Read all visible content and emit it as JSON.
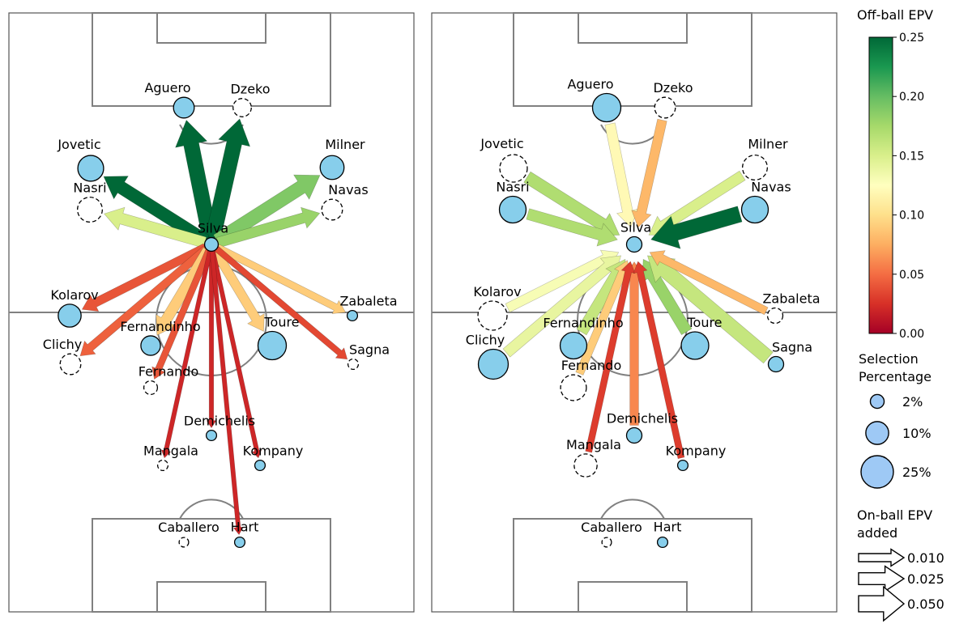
{
  "colorbar": {
    "title": "Off-ball EPV",
    "ticks": [
      "0.25",
      "0.20",
      "0.15",
      "0.10",
      "0.05",
      "0.00"
    ],
    "min": 0.0,
    "max": 0.25
  },
  "legend_selection": {
    "title_line1": "Selection",
    "title_line2": "Percentage",
    "items": [
      {
        "label": "2%",
        "pct": 2
      },
      {
        "label": "10%",
        "pct": 10
      },
      {
        "label": "25%",
        "pct": 25
      }
    ]
  },
  "legend_onball": {
    "title_line1": "On-ball EPV",
    "title_line2": "added",
    "items": [
      {
        "label": "0.010",
        "value": 0.01
      },
      {
        "label": "0.025",
        "value": 0.025
      },
      {
        "label": "0.050",
        "value": 0.05
      }
    ]
  },
  "colors": {
    "node_fill": "#87ceeb",
    "pitch_line": "#808080",
    "text": "#000000"
  },
  "panels": [
    {
      "id": "left",
      "hub": "Silva",
      "hub_shown": true,
      "players": [
        {
          "name": "Aguero",
          "pct": 8,
          "dashed": false
        },
        {
          "name": "Dzeko",
          "pct": 6,
          "dashed": true
        },
        {
          "name": "Jovetic",
          "pct": 13,
          "dashed": false
        },
        {
          "name": "Milner",
          "pct": 11,
          "dashed": false
        },
        {
          "name": "Nasri",
          "pct": 12,
          "dashed": true
        },
        {
          "name": "Navas",
          "pct": 8,
          "dashed": true
        },
        {
          "name": "Silva",
          "pct": 3,
          "dashed": false
        },
        {
          "name": "Kolarov",
          "pct": 10,
          "dashed": false
        },
        {
          "name": "Zabaleta",
          "pct": 1.5,
          "dashed": false
        },
        {
          "name": "Fernandinho",
          "pct": 7,
          "dashed": false
        },
        {
          "name": "Toure",
          "pct": 16,
          "dashed": false
        },
        {
          "name": "Clichy",
          "pct": 8,
          "dashed": true
        },
        {
          "name": "Sagna",
          "pct": 1.5,
          "dashed": true
        },
        {
          "name": "Fernando",
          "pct": 3,
          "dashed": true
        },
        {
          "name": "Demichelis",
          "pct": 1.5,
          "dashed": false
        },
        {
          "name": "Mangala",
          "pct": 1.5,
          "dashed": true
        },
        {
          "name": "Kompany",
          "pct": 1.5,
          "dashed": false
        },
        {
          "name": "Caballero",
          "pct": 1.2,
          "dashed": true
        },
        {
          "name": "Hart",
          "pct": 1.5,
          "dashed": false
        }
      ],
      "arrows": [
        {
          "from": "Silva",
          "to": "Aguero",
          "offball_epv": 0.25,
          "onball_epv": 0.045
        },
        {
          "from": "Silva",
          "to": "Dzeko",
          "offball_epv": 0.25,
          "onball_epv": 0.045
        },
        {
          "from": "Silva",
          "to": "Jovetic",
          "offball_epv": 0.25,
          "onball_epv": 0.03
        },
        {
          "from": "Silva",
          "to": "Milner",
          "offball_epv": 0.19,
          "onball_epv": 0.035
        },
        {
          "from": "Silva",
          "to": "Nasri",
          "offball_epv": 0.15,
          "onball_epv": 0.022
        },
        {
          "from": "Silva",
          "to": "Navas",
          "offball_epv": 0.18,
          "onball_epv": 0.018
        },
        {
          "from": "Silva",
          "to": "Kolarov",
          "offball_epv": 0.04,
          "onball_epv": 0.012
        },
        {
          "from": "Silva",
          "to": "Clichy",
          "offball_epv": 0.045,
          "onball_epv": 0.01
        },
        {
          "from": "Silva",
          "to": "Fernandinho",
          "offball_epv": 0.09,
          "onball_epv": 0.02
        },
        {
          "from": "Silva",
          "to": "Toure",
          "offball_epv": 0.09,
          "onball_epv": 0.014
        },
        {
          "from": "Silva",
          "to": "Zabaleta",
          "offball_epv": 0.09,
          "onball_epv": 0.007
        },
        {
          "from": "Silva",
          "to": "Sagna",
          "offball_epv": 0.035,
          "onball_epv": 0.005
        },
        {
          "from": "Silva",
          "to": "Fernando",
          "offball_epv": 0.04,
          "onball_epv": 0.006
        },
        {
          "from": "Silva",
          "to": "Demichelis",
          "offball_epv": 0.02,
          "onball_epv": 0.002
        },
        {
          "from": "Silva",
          "to": "Mangala",
          "offball_epv": 0.02,
          "onball_epv": 0.002
        },
        {
          "from": "Silva",
          "to": "Kompany",
          "offball_epv": 0.02,
          "onball_epv": 0.002
        },
        {
          "from": "Silva",
          "to": "Hart",
          "offball_epv": 0.02,
          "onball_epv": 0.002
        }
      ]
    },
    {
      "id": "right",
      "hub": "Silva",
      "hub_shown": true,
      "players": [
        {
          "name": "Aguero",
          "pct": 16,
          "dashed": false
        },
        {
          "name": "Dzeko",
          "pct": 8,
          "dashed": true
        },
        {
          "name": "Jovetic",
          "pct": 15,
          "dashed": true
        },
        {
          "name": "Milner",
          "pct": 12,
          "dashed": true
        },
        {
          "name": "Nasri",
          "pct": 14,
          "dashed": false
        },
        {
          "name": "Navas",
          "pct": 14,
          "dashed": false
        },
        {
          "name": "Silva",
          "pct": 4,
          "dashed": false
        },
        {
          "name": "Kolarov",
          "pct": 17,
          "dashed": true
        },
        {
          "name": "Zabaleta",
          "pct": 4,
          "dashed": true
        },
        {
          "name": "Fernandinho",
          "pct": 14,
          "dashed": false
        },
        {
          "name": "Toure",
          "pct": 15,
          "dashed": false
        },
        {
          "name": "Clichy",
          "pct": 18,
          "dashed": false
        },
        {
          "name": "Sagna",
          "pct": 4,
          "dashed": false
        },
        {
          "name": "Fernando",
          "pct": 13,
          "dashed": true
        },
        {
          "name": "Demichelis",
          "pct": 4,
          "dashed": false
        },
        {
          "name": "Mangala",
          "pct": 10,
          "dashed": true
        },
        {
          "name": "Kompany",
          "pct": 1.5,
          "dashed": false
        },
        {
          "name": "Caballero",
          "pct": 1.2,
          "dashed": true
        },
        {
          "name": "Hart",
          "pct": 1.5,
          "dashed": false
        }
      ],
      "arrows": [
        {
          "from": "Aguero",
          "to": "Silva",
          "offball_epv": 0.12,
          "onball_epv": 0.018
        },
        {
          "from": "Dzeko",
          "to": "Silva",
          "offball_epv": 0.08,
          "onball_epv": 0.015
        },
        {
          "from": "Jovetic",
          "to": "Silva",
          "offball_epv": 0.17,
          "onball_epv": 0.028
        },
        {
          "from": "Nasri",
          "to": "Silva",
          "offball_epv": 0.17,
          "onball_epv": 0.022
        },
        {
          "from": "Milner",
          "to": "Silva",
          "offball_epv": 0.15,
          "onball_epv": 0.02
        },
        {
          "from": "Navas",
          "to": "Silva",
          "offball_epv": 0.25,
          "onball_epv": 0.05
        },
        {
          "from": "Kolarov",
          "to": "Silva",
          "offball_epv": 0.13,
          "onball_epv": 0.015
        },
        {
          "from": "Clichy",
          "to": "Silva",
          "offball_epv": 0.14,
          "onball_epv": 0.02
        },
        {
          "from": "Fernandinho",
          "to": "Silva",
          "offball_epv": 0.16,
          "onball_epv": 0.022
        },
        {
          "from": "Fernando",
          "to": "Silva",
          "offball_epv": 0.09,
          "onball_epv": 0.01
        },
        {
          "from": "Toure",
          "to": "Silva",
          "offball_epv": 0.18,
          "onball_epv": 0.025
        },
        {
          "from": "Sagna",
          "to": "Silva",
          "offball_epv": 0.16,
          "onball_epv": 0.04
        },
        {
          "from": "Zabaleta",
          "to": "Silva",
          "offball_epv": 0.08,
          "onball_epv": 0.01
        },
        {
          "from": "Demichelis",
          "to": "Silva",
          "offball_epv": 0.06,
          "onball_epv": 0.012
        },
        {
          "from": "Mangala",
          "to": "Silva",
          "offball_epv": 0.03,
          "onball_epv": 0.006
        },
        {
          "from": "Kompany",
          "to": "Silva",
          "offball_epv": 0.03,
          "onball_epv": 0.006
        }
      ]
    }
  ]
}
